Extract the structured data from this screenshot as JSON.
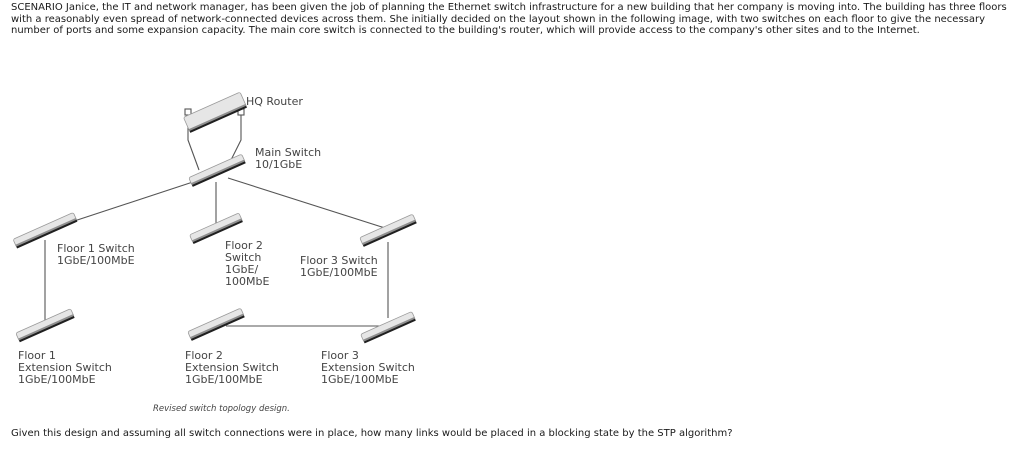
{
  "scenario_text": "SCENARIO Janice, the IT and network manager, has been given the job of planning the Ethernet switch infrastructure for a new building that her company is moving into. The building has three floors with a reasonably even spread of network-connected devices across them. She initially decided on the layout shown in the following image, with two switches on each floor to give the necessary number of ports and some expansion capacity. The main core switch is connected to the building's router, which will provide access to the company's other sites and to the Internet.",
  "diagram": {
    "labels": {
      "router": [
        "HQ Router"
      ],
      "main": [
        "Main Switch",
        "10/1GbE"
      ],
      "floor1": [
        "Floor 1 Switch",
        "1GbE/100MbE"
      ],
      "floor2": [
        "Floor 2",
        "Switch",
        "1GbE/",
        "100MbE"
      ],
      "floor3": [
        "Floor 3 Switch",
        "1GbE/100MbE"
      ],
      "ext1": [
        "Floor 1",
        "Extension Switch",
        "1GbE/100MbE"
      ],
      "ext2": [
        "Floor 2",
        "Extension Switch",
        "1GbE/100MbE"
      ],
      "ext3": [
        "Floor 3",
        "Extension Switch",
        "1GbE/100MbE"
      ]
    },
    "caption": "Revised switch topology design.",
    "colors": {
      "link": "#555555",
      "device_body": "#e6e6e6",
      "device_edge": "#9a9a9a"
    }
  },
  "question_text": "Given this design and assuming all switch connections were in place, how many links would be placed in a blocking state by the STP algorithm?"
}
